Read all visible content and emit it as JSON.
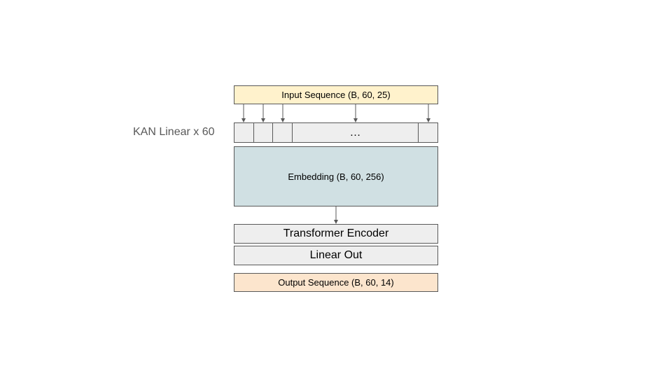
{
  "colors": {
    "input_fill": "#fff2cc",
    "kan_fill": "#eeeeee",
    "embedding_fill": "#d0e0e3",
    "transformer_fill": "#eeeeee",
    "linear_out_fill": "#eeeeee",
    "output_fill": "#fce5cd",
    "border": "#595959",
    "arrow": "#595959",
    "side_label": "#595959"
  },
  "diagram": {
    "input": {
      "label": "Input Sequence (B, 60, 25)"
    },
    "kan": {
      "side_label": "KAN Linear x 60",
      "cells": [
        "",
        "",
        "",
        "…",
        ""
      ]
    },
    "embedding": {
      "label": "Embedding (B, 60, 256)"
    },
    "transformer": {
      "label": "Transformer Encoder"
    },
    "linear_out": {
      "label": "Linear Out"
    },
    "output": {
      "label": "Output Sequence (B, 60, 14)"
    }
  }
}
